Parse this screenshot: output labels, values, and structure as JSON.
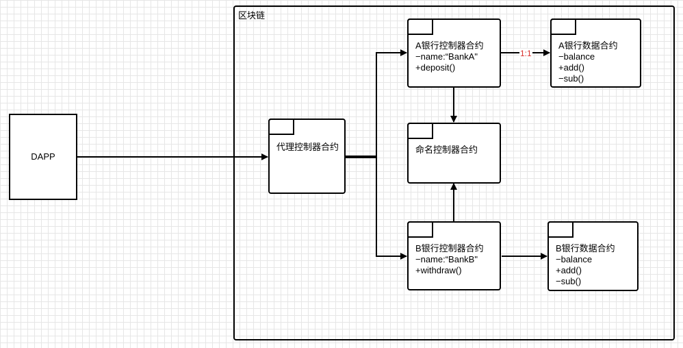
{
  "container": {
    "title": "区块链"
  },
  "dapp": {
    "label": "DAPP"
  },
  "proxy": {
    "title": "代理控制器合约"
  },
  "name_controller": {
    "title": "命名控制器合约"
  },
  "bank_a_controller": {
    "title": "A银行控制器合约",
    "lines": [
      "−name:“BankA\"",
      "+deposit()"
    ]
  },
  "bank_a_data": {
    "title": "A银行数据合约",
    "lines": [
      "−balance",
      "+add()",
      "−sub()"
    ]
  },
  "bank_b_controller": {
    "title": "B银行控制器合约",
    "lines": [
      "−name:“BankB\"",
      "+withdraw()"
    ]
  },
  "bank_b_data": {
    "title": "B银行数据合约",
    "lines": [
      "−balance",
      "+add()",
      "−sub()"
    ]
  },
  "edge_labels": {
    "a_ctrl_to_data": "1:1"
  }
}
